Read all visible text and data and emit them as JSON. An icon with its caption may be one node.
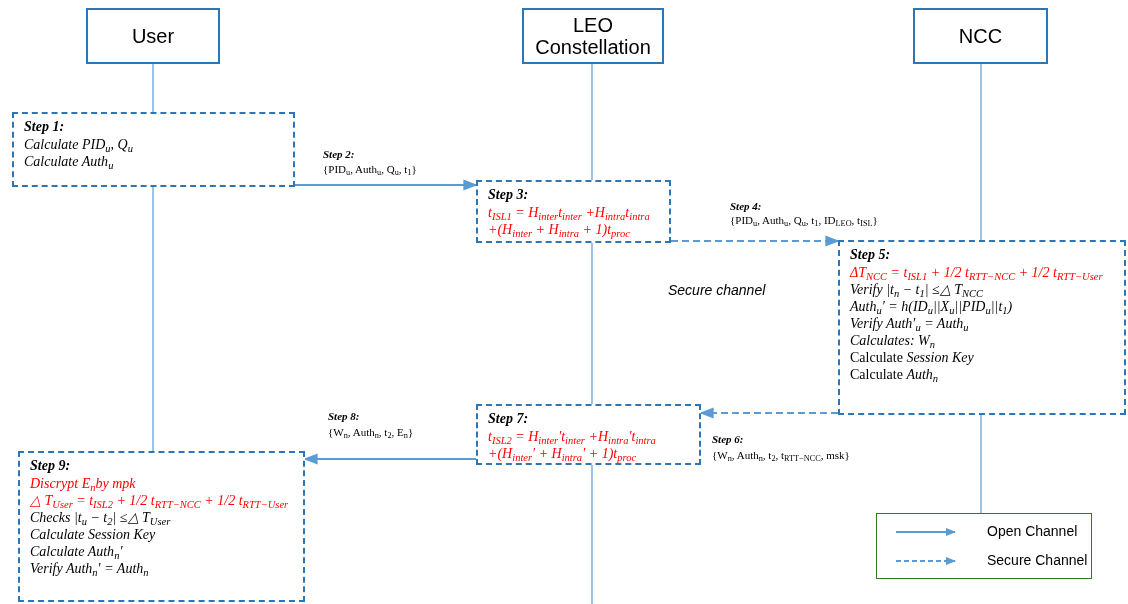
{
  "diagram": {
    "nodes": [
      {
        "text": [
          "User"
        ]
      },
      {
        "text": [
          "LEO Constellation"
        ]
      },
      {
        "text": [
          "NCC"
        ]
      },
      {
        "text": [
          "Step 1:",
          "Calculate PID$_{u}$, Q$_{u}$",
          "Calculate Auth$_{u}$"
        ]
      },
      {
        "text": [
          "Step 3:",
          "t$_{ISL1}$ = H$_{inter}$t$_{inter}$ +H$_{intra}$t$_{intra}$",
          "+(H$_{inter}$ + H$_{intra}$ + 1)t$_{proc}$"
        ]
      },
      {
        "text": [
          "Step 5:",
          "ΔT$_{NCC}$ = t$_{ISL1}$ + 1/2 t$_{RTT−NCC}$ + 1/2 t$_{RTT−User}$",
          "Verify |t$_{n}$ − t$_{1}$| ≤△ T$_{NCC}$",
          "Auth$_{u}$′ = h(ID$_{u}$||X$_{u}$||PID$_{u}$||t$_{1}$)",
          "Verify Auth′$_{u}$ = Auth$_{u}$",
          "Calculates: W$_{n}$",
          "Calculate *Session Key*",
          "Calculate *Auth$_{n}$*"
        ]
      },
      {
        "text": [
          "Step 7:",
          "t$_{ISL2}$ = H$_{inter}$′t$_{inter}$ +H$_{intra}$′t$_{intra}$",
          "+(H$_{inter}$′ + H$_{intra}$′ + 1)t$_{proc}$"
        ]
      },
      {
        "text": [
          "Step 9:",
          "Discrypt E$_{n}$by mpk",
          "△ T$_{User}$ = t$_{ISL2}$ + 1/2 t$_{RTT−NCC}$ + 1/2 t$_{RTT−User}$",
          "Checks |t$_{u}$ − t$_{2}$| ≤△ T$_{User}$",
          "Calculate Session Key",
          "Calculate Auth$_{n}$′",
          "Verify Auth$_{n}$′ = Auth$_{n}$"
        ]
      }
    ],
    "edges": [
      {
        "from": 0,
        "to": 3,
        "arrow": "none"
      },
      {
        "from": 3,
        "to": 7,
        "arrow": "none"
      },
      {
        "from": 1,
        "to": 4,
        "arrow": "none"
      },
      {
        "from": 4,
        "to": 6,
        "arrow": "none"
      },
      {
        "from": 6,
        "to": null,
        "arrow": "none"
      },
      {
        "from": 2,
        "to": 5,
        "arrow": "none"
      },
      {
        "from": 5,
        "to": null,
        "arrow": "none"
      },
      {
        "from": 3,
        "to": 4,
        "arrow": "to",
        "label": "Step 2:"
      },
      {
        "from": 4,
        "to": 5,
        "arrow": "to",
        "label": "Step 4:",
        "style": "dashed"
      },
      {
        "from": 5,
        "to": 6,
        "arrow": "to",
        "label": "Step 6:",
        "style": "dashed"
      },
      {
        "from": 6,
        "to": 7,
        "arrow": "to",
        "label": "Step 8:"
      }
    ],
    "labels": [
      "{PID$_{u}$, Auth$_{u}$, Q$_{u}$, t$_{1}$}",
      "{PID$_{u}$, Auth$_{u}$, Q$_{u}$, t$_{1}$, ID$_{LEO}$, t$_{ISL}$}",
      "Secure channel",
      "{W$_{n}$, Auth$_{n}$, t$_{2}$, E$_{n}$}",
      "{W$_{n}$, Auth$_{n}$, t$_{2}$, t$_{RTT−NCC}$, msk}"
    ],
    "legend": [
      {
        "text": "Open Channel"
      },
      {
        "text": "Secure Channel"
      }
    ]
  }
}
